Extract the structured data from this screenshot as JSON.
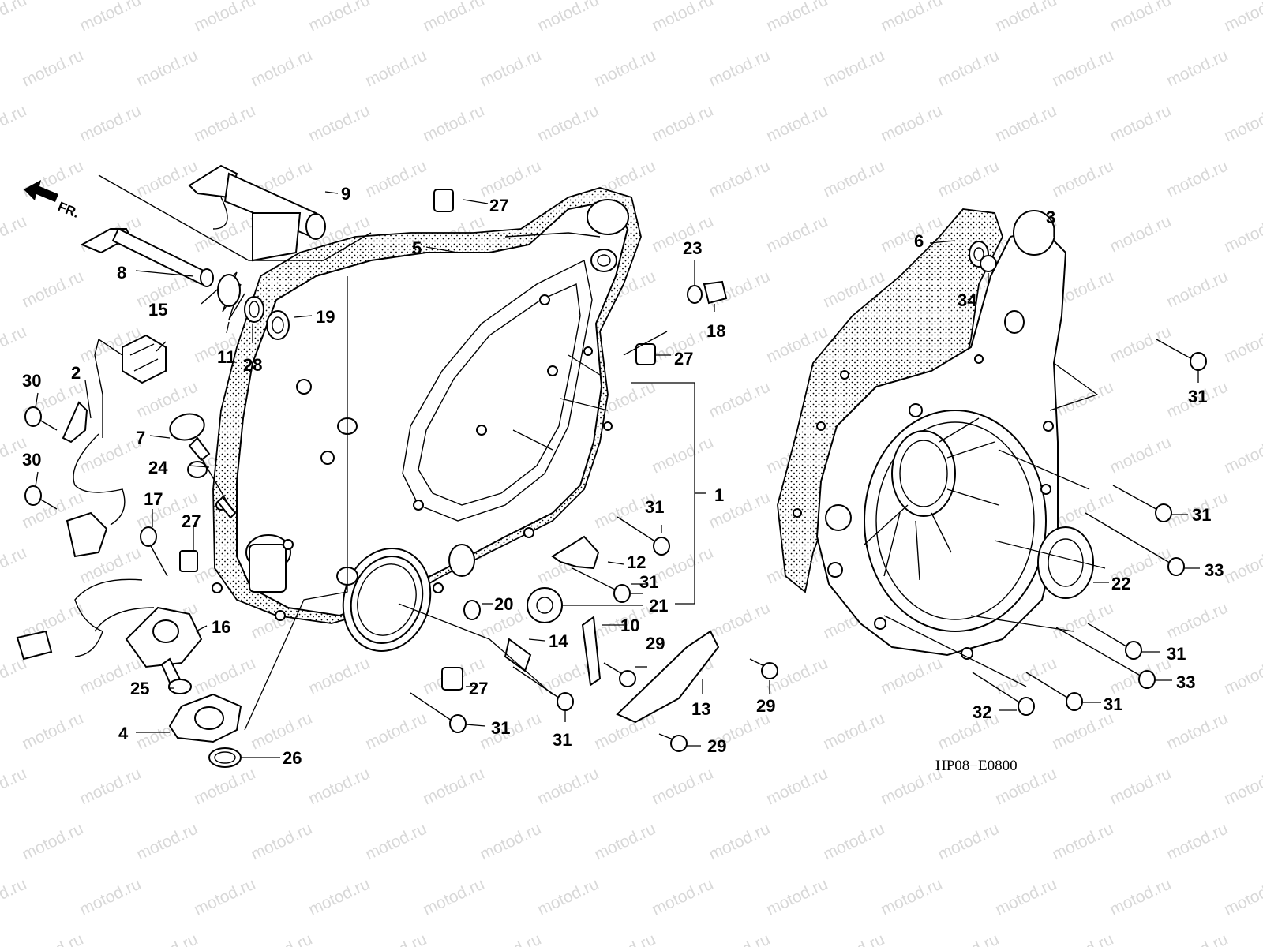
{
  "diagram": {
    "watermark_text": "motod.ru",
    "code": "HP08−E0800",
    "front_indicator": "FR.",
    "callouts": [
      {
        "id": "c1",
        "text": "1"
      },
      {
        "id": "c2",
        "text": "2"
      },
      {
        "id": "c3",
        "text": "3"
      },
      {
        "id": "c4",
        "text": "4"
      },
      {
        "id": "c5",
        "text": "5"
      },
      {
        "id": "c6",
        "text": "6"
      },
      {
        "id": "c7",
        "text": "7"
      },
      {
        "id": "c8",
        "text": "8"
      },
      {
        "id": "c9",
        "text": "9"
      },
      {
        "id": "c10",
        "text": "10"
      },
      {
        "id": "c11",
        "text": "11"
      },
      {
        "id": "c12",
        "text": "12"
      },
      {
        "id": "c13",
        "text": "13"
      },
      {
        "id": "c14",
        "text": "14"
      },
      {
        "id": "c15",
        "text": "15"
      },
      {
        "id": "c16",
        "text": "16"
      },
      {
        "id": "c17",
        "text": "17"
      },
      {
        "id": "c18",
        "text": "18"
      },
      {
        "id": "c19",
        "text": "19"
      },
      {
        "id": "c20",
        "text": "20"
      },
      {
        "id": "c21",
        "text": "21"
      },
      {
        "id": "c22",
        "text": "22"
      },
      {
        "id": "c23",
        "text": "23"
      },
      {
        "id": "c24",
        "text": "24"
      },
      {
        "id": "c25",
        "text": "25"
      },
      {
        "id": "c26",
        "text": "26"
      },
      {
        "id": "c27a",
        "text": "27"
      },
      {
        "id": "c27b",
        "text": "27"
      },
      {
        "id": "c27c",
        "text": "27"
      },
      {
        "id": "c27d",
        "text": "27"
      },
      {
        "id": "c28",
        "text": "28"
      },
      {
        "id": "c29a",
        "text": "29"
      },
      {
        "id": "c29b",
        "text": "29"
      },
      {
        "id": "c29c",
        "text": "29"
      },
      {
        "id": "c30a",
        "text": "30"
      },
      {
        "id": "c30b",
        "text": "30"
      },
      {
        "id": "c31a",
        "text": "31"
      },
      {
        "id": "c31b",
        "text": "31"
      },
      {
        "id": "c31c",
        "text": "31"
      },
      {
        "id": "c31d",
        "text": "31"
      },
      {
        "id": "c31e",
        "text": "31"
      },
      {
        "id": "c31f",
        "text": "31"
      },
      {
        "id": "c31g",
        "text": "31"
      },
      {
        "id": "c31h",
        "text": "31"
      },
      {
        "id": "c32",
        "text": "32"
      },
      {
        "id": "c33a",
        "text": "33"
      },
      {
        "id": "c33b",
        "text": "33"
      },
      {
        "id": "c34",
        "text": "34"
      }
    ]
  }
}
